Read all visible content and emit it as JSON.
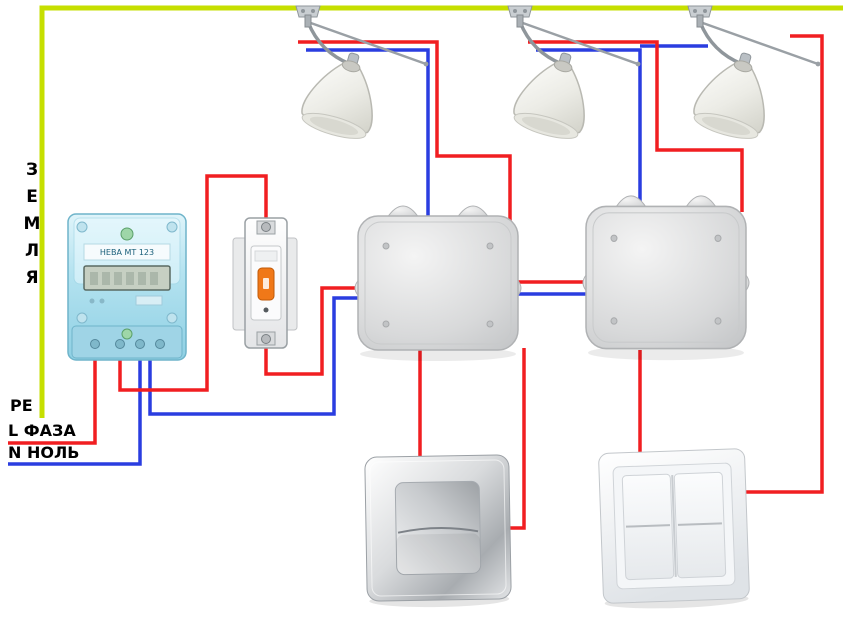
{
  "diagram": {
    "type": "home-lighting-wiring-diagram",
    "labels": {
      "ground_vertical": "ЗЕМЛЯ",
      "pe": "PE",
      "phase": "L ФАЗА",
      "neutral": "N НОЛЬ"
    },
    "colors": {
      "pe": "#c6df00",
      "phase": "#f11e21",
      "neutral": "#2a3de0"
    },
    "components": {
      "meter": {
        "name": "electric-meter",
        "label": "НЕВА МТ 123"
      },
      "breaker": {
        "name": "circuit-breaker"
      },
      "junction_box_count": 2,
      "switches": [
        {
          "type": "single-rocker"
        },
        {
          "type": "double-rocker"
        }
      ],
      "spotlight_count": 3
    }
  }
}
